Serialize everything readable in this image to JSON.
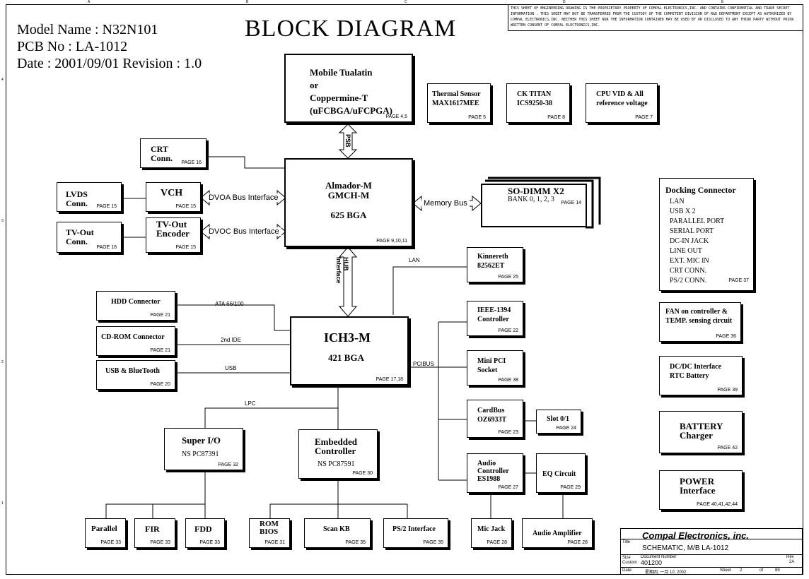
{
  "header": {
    "model": "Model Name : N32N101",
    "pcb": "PCB No : LA-1012",
    "date": "Date : 2001/09/01 Revision : 1.0",
    "title": "BLOCK DIAGRAM",
    "notice": "THIS SHEET OF ENGINEERING DRAWING IS THE PROPRIETARY PROPERTY OF COMPAL ELECTRONICS,INC. AND CONTAINS CONFIDENTIAL AND TRADE SECRET INFORMATION . THIS SHEET MAY NOT BE TRANSFERRED FROM THE CUSTODY OF THE COMPETENT DIVISION OF R&D DEPARTMENT EXCEPT AS AUTHORIZED BY COMPAL ELECTRONICS,INC. NEITHER THIS SHEET NOR THE INFORMATION CONTAINED MAY BE USED BY OR DISCLOSED TO ANY THIRD PARTY WITHOUT PRIOR WRITTEN CONSENT OF COMPAL ELECTRONICS,INC."
  },
  "blocks": {
    "cpu": {
      "text": "Mobile Tualatin\nor\nCoppermine-T\n(uFCBGA/uFCPGA)",
      "page": "PAGE 4,5"
    },
    "thermal": {
      "text": "Thermal Sensor\nMAX1617MEE",
      "page": "PAGE 5"
    },
    "ck": {
      "text": "CK TITAN\nICS9250-38",
      "page": "PAGE 8"
    },
    "cpuvid": {
      "text": "CPU VID & All\nreference voltage",
      "page": "PAGE 7"
    },
    "crt": {
      "text": "CRT\nConn.",
      "page": "PAGE 16"
    },
    "gmch": {
      "text": "Almador-M\nGMCH-M\n\n625 BGA",
      "page": "PAGE 9,10,11"
    },
    "sodimm": {
      "text": "SO-DIMM X2",
      "sub": "BANK 0, 1, 2, 3",
      "page": "PAGE 14"
    },
    "lvds": {
      "text": "LVDS\nConn.",
      "page": "PAGE 15"
    },
    "vch": {
      "text": "VCH",
      "page": "PAGE 15"
    },
    "tvconn": {
      "text": "TV-Out\nConn.",
      "page": "PAGE 16"
    },
    "tvenc": {
      "text": "TV-Out\nEncoder",
      "page": "PAGE 15"
    },
    "kinnereth": {
      "text": "Kinnereth\n82562ET",
      "page": "PAGE 25"
    },
    "hdd": {
      "text": "HDD Connector",
      "page": "PAGE 21"
    },
    "cdrom": {
      "text": "CD-ROM Connector",
      "page": "PAGE 21"
    },
    "usb": {
      "text": "USB & BlueTooth",
      "page": "PAGE 20"
    },
    "ich": {
      "text": "ICH3-M",
      "sub": "421 BGA",
      "page": "PAGE 17,18"
    },
    "ieee": {
      "text": "IEEE-1394\nController",
      "page": "PAGE 22"
    },
    "minipci": {
      "text": "Mini PCI\nSocket",
      "page": "PAGE 38"
    },
    "cardbus": {
      "text": "CardBus\nOZ6933T",
      "page": "PAGE 23"
    },
    "slot": {
      "text": "Slot 0/1",
      "page": "PAGE 24"
    },
    "audio": {
      "text": "Audio\nController\nES1988",
      "page": "PAGE 27"
    },
    "eq": {
      "text": "EQ Circuit",
      "page": "PAGE 29"
    },
    "superio": {
      "text": "Super I/O",
      "sub": "NS PC87391",
      "page": "PAGE 32"
    },
    "ec": {
      "text": "Embedded\nController",
      "sub": "NS PC87591",
      "page": "PAGE 30"
    },
    "parallel": {
      "text": "Parallel",
      "page": "PAGE 33"
    },
    "fir": {
      "text": "FIR",
      "page": "PAGE 33"
    },
    "fdd": {
      "text": "FDD",
      "page": "PAGE 33"
    },
    "rom": {
      "text": "ROM\nBIOS",
      "page": "PAGE 31"
    },
    "scankb": {
      "text": "Scan KB",
      "page": "PAGE 35"
    },
    "ps2": {
      "text": "PS/2 Interface",
      "page": "PAGE 35"
    },
    "micjack": {
      "text": "Mic Jack",
      "page": "PAGE 28"
    },
    "amp": {
      "text": "Audio Amplifier",
      "page": "PAGE 28"
    },
    "docking": {
      "text": "Docking Connector",
      "items": "LAN\nUSB X 2\nPARALLEL PORT\nSERIAL PORT\nDC-IN JACK\nLINE OUT\nEXT. MIC IN\nCRT CONN.\nPS/2 CONN.",
      "page": "PAGE 37"
    },
    "fan": {
      "text": "FAN on controller &\nTEMP. sensing circuit",
      "page": "PAGE 36"
    },
    "dcdc": {
      "text": "DC/DC Interface\nRTC Battery",
      "page": "PAGE 39"
    },
    "battery": {
      "text": "BATTERY\nCharger",
      "page": "PAGE 42"
    },
    "power": {
      "text": "POWER\nInterface",
      "page": "PAGE 40,41,42,44"
    }
  },
  "buses": {
    "psb": "PSB",
    "hub": "HUB\nInterface",
    "dvoa": "DVOA Bus Interface",
    "dvoc": "DVOC Bus Interface",
    "memory": "Memory Bus",
    "lan": "LAN",
    "ata": "ATA 66/100",
    "ide2": "2nd IDE",
    "usb": "USB",
    "pcibus": "PCIBUS",
    "lpc": "LPC"
  },
  "titleblock": {
    "company": "Compal Electronics, inc.",
    "title_lbl": "Title",
    "title": "SCHEMATIC, M/B LA-1012",
    "size_lbl": "Size",
    "size": "Custom",
    "docnum_lbl": "Document Number",
    "docnum": "401200",
    "rev_lbl": "Rev",
    "rev": "2A",
    "date_lbl": "Date:",
    "date": "星期四, 一月 10, 2002",
    "sheet_lbl": "Sheet",
    "sheet": "2",
    "of_lbl": "of",
    "of": "89"
  },
  "border": {
    "cols": [
      "A",
      "B",
      "C",
      "D",
      "E"
    ],
    "rows": [
      "4",
      "3",
      "2",
      "1"
    ]
  }
}
